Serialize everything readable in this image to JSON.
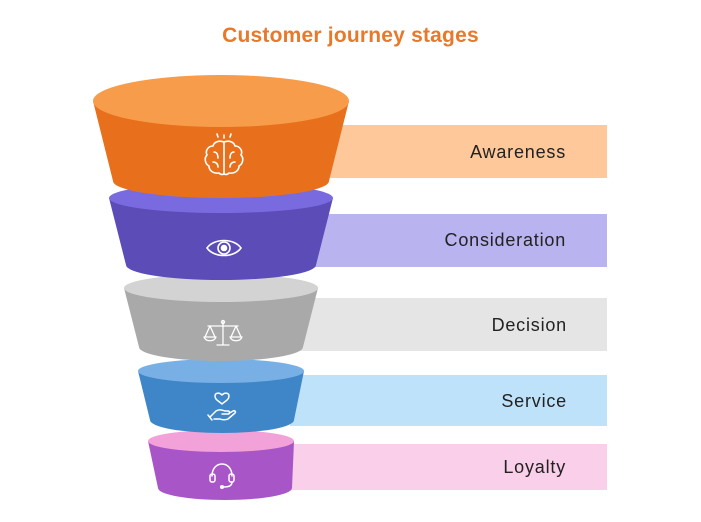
{
  "title": "Customer journey stages",
  "title_color": "#e8792a",
  "stages": [
    {
      "label": "Awareness",
      "icon": "brain-icon",
      "side_color": "#e8701c",
      "top_color": "#f79c4a",
      "band_color": "#ffc89a"
    },
    {
      "label": "Consideration",
      "icon": "eye-icon",
      "side_color": "#5c4cb8",
      "top_color": "#7a6ae0",
      "band_color": "#b9b3ef"
    },
    {
      "label": "Decision",
      "icon": "scales-icon",
      "side_color": "#a9a9a9",
      "top_color": "#d3d3d3",
      "band_color": "#e5e5e5"
    },
    {
      "label": "Service",
      "icon": "heart-hand-icon",
      "side_color": "#3e86c8",
      "top_color": "#78b0e6",
      "band_color": "#bfe2fb"
    },
    {
      "label": "Loyalty",
      "icon": "headset-icon",
      "side_color": "#a855c8",
      "top_color": "#f2a2d8",
      "band_color": "#f9cfe9"
    }
  ]
}
